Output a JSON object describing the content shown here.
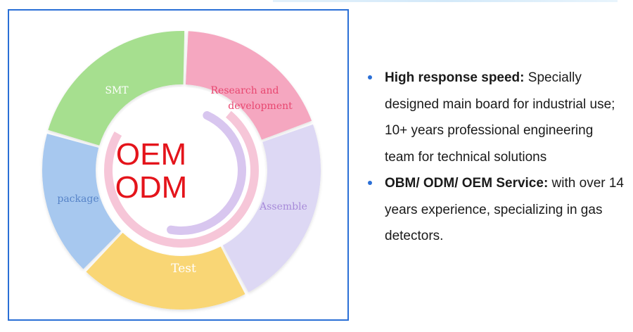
{
  "diagram": {
    "segments": [
      {
        "label": "SMT",
        "color": "#a6df8f",
        "text_color": "#ffffff"
      },
      {
        "label": "Research and development",
        "lines": [
          "Research and",
          "development"
        ],
        "color": "#f5a7c0",
        "text_color": "#e8466f"
      },
      {
        "label": "Assemble",
        "color": "#ddd8f4",
        "text_color": "#a78ad9"
      },
      {
        "label": "Test",
        "color": "#f9d675",
        "text_color": "#ffffff"
      },
      {
        "label": "package",
        "color": "#a7c8ef",
        "text_color": "#5784c8"
      }
    ],
    "center_lines": [
      "OEM",
      "ODM"
    ],
    "center_color": "#e4141b"
  },
  "bullets": [
    {
      "title": "High response speed:",
      "text": " Specially designed main board for industrial use; 10+ years professional engineering team for technical solutions"
    },
    {
      "title": "OBM/ ODM/ OEM Service:",
      "text": " with over 14 years experience, specializing in gas detectors."
    }
  ],
  "colors": {
    "frame": "#2a6fd6",
    "bullet": "#2a6fd6",
    "accent_ring": "#f3b3cb",
    "accent_arc": "#d8c6ef"
  }
}
